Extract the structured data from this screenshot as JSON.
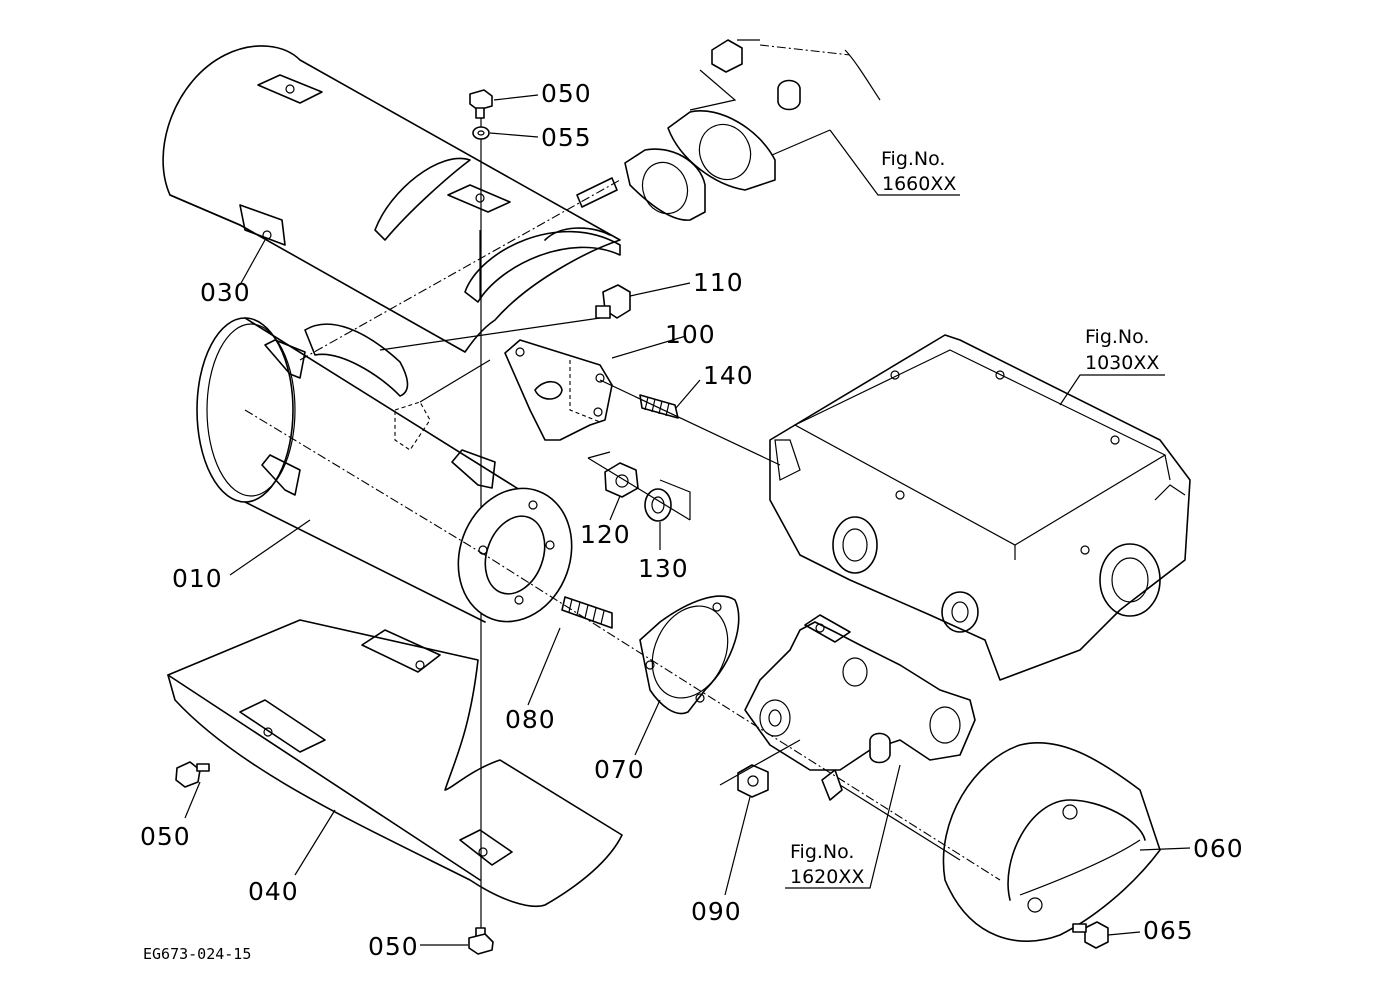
{
  "parts": {
    "p010": "010",
    "p030": "030",
    "p040": "040",
    "p050_top": "050",
    "p050_left": "050",
    "p050_bottom": "050",
    "p055": "055",
    "p060": "060",
    "p065": "065",
    "p070": "070",
    "p080": "080",
    "p090": "090",
    "p100": "100",
    "p110": "110",
    "p120": "120",
    "p130": "130",
    "p140": "140"
  },
  "figure_refs": {
    "fig_prefix": "Fig.No.",
    "ref_1660": "1660XX",
    "ref_1030": "1030XX",
    "ref_1620": "1620XX"
  },
  "drawing_code": "EG673-024-15"
}
